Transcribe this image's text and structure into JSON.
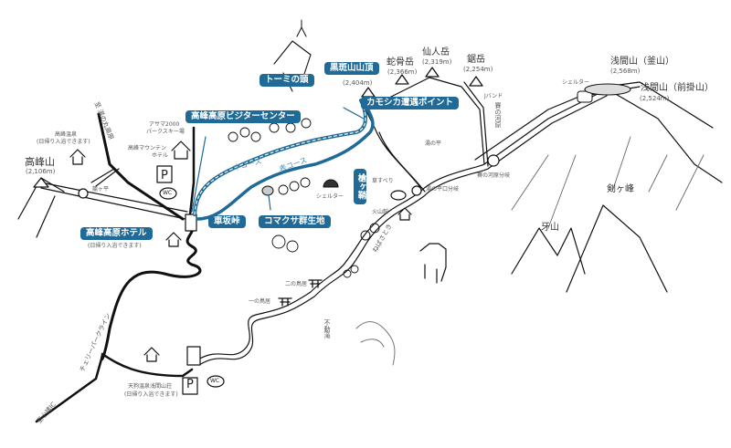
{
  "colors": {
    "route": "#1f6a97",
    "line": "#111111",
    "label_bg": "#1f6a97"
  },
  "peaks": {
    "takamine": {
      "name": "高峰山",
      "elev": "(2,106m)"
    },
    "kurofu": {
      "name": "黒斑山山頂",
      "elev": "(2,404m)"
    },
    "jakotsu": {
      "name": "蛇骨岳",
      "elev": "(2,366m)"
    },
    "sennin": {
      "name": "仙人岳",
      "elev": "(2,319m)"
    },
    "nokogiri": {
      "name": "鋸岳",
      "elev": "(2,254m)"
    },
    "asama_kama": {
      "name": "浅間山（釜山）",
      "elev": "(2,568m)"
    },
    "asama_maekake": {
      "name": "浅間山（前掛山）",
      "elev": "(2,524m)"
    },
    "tsurugi": {
      "name": "剣ヶ峰"
    },
    "kiba": {
      "name": "牙山"
    }
  },
  "highlight_labels": {
    "visitor_center": "高峰高原ビジターセンター",
    "tomi": "トーミの頭",
    "kamoshika": "カモシカ遭遇ポイント",
    "kurumazaka": "車坂峠",
    "komakusa": "コマクサ群生地",
    "hotel": "高峰高原ホテル",
    "kamoshika_vert": "槍ヶ鞘"
  },
  "labels": {
    "takamine_onsen": "高峰温泉",
    "takamine_onsen_note": "(日帰り入浴できます)",
    "hotel_note": "(日帰り入浴できます)",
    "to_yunomaru": "至 湯の丸高原",
    "asama2000": "アサマ2000",
    "ski": "パークスキー場",
    "mountain_hotel_1": "高峰マウンテン",
    "mountain_hotel_2": "ホテル",
    "kagotaira": "籠ヶ平",
    "naka_course": "中コース",
    "omote_course": "表コース",
    "shelter1": "シェルター",
    "shelter2": "シェルター",
    "kusasuberi": "草すべり",
    "yunotaira": "湯の平",
    "yunotaira_junction": "湯の平口分岐",
    "sainokawara": "賽の河原",
    "sainokawara_junction": "賽の河原分岐",
    "j_band": "Jバンド",
    "kazankan": "火山館",
    "vertical_path": "ねばさとき",
    "ninotorii": "二の鳥居",
    "ichinotorii": "一の鳥居",
    "fudotaki": "不動滝",
    "tengu_onsen": "天狗温泉浅間山荘",
    "tengu_note": "(日帰り入浴できます)",
    "cherry_park": "チェリーパークライン",
    "to_komoro": "至小諸IC",
    "parking": "P",
    "wc": "WC"
  }
}
